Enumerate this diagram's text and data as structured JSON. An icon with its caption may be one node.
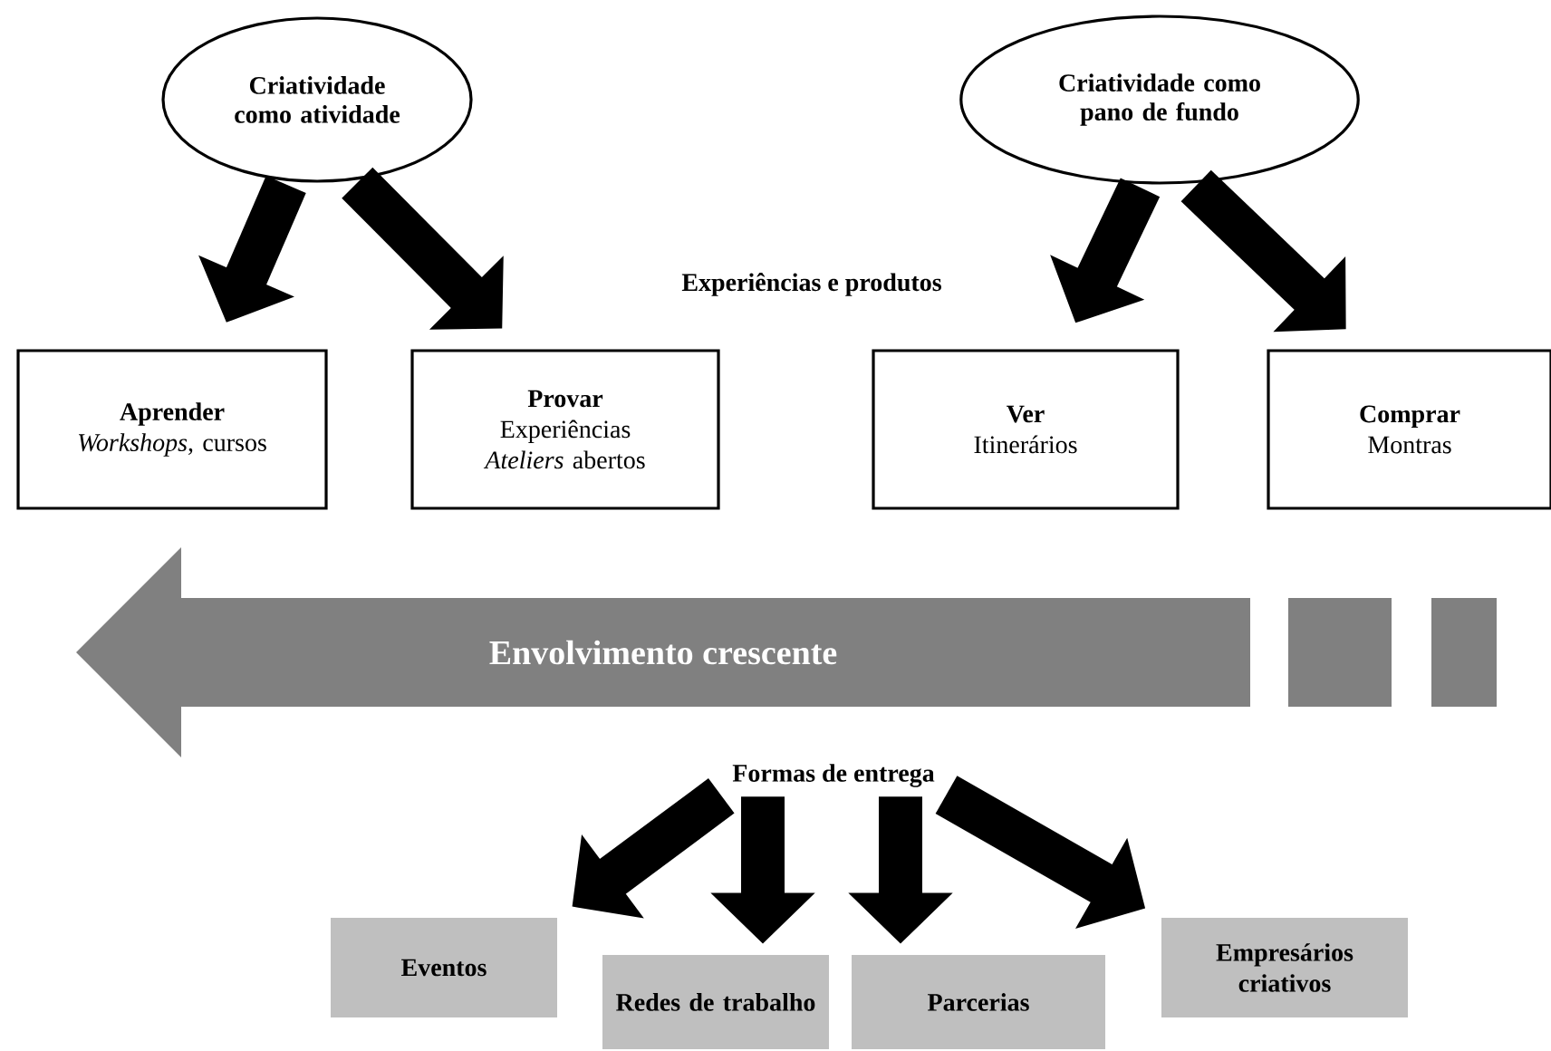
{
  "diagram": {
    "nodes": [
      {
        "text": [
          "Criatividade como atividade"
        ]
      },
      {
        "text": [
          "Criatividade como pano de fundo"
        ]
      },
      {
        "text": [
          "Aprender",
          "*Workshops*, cursos"
        ]
      },
      {
        "text": [
          "Provar",
          "Experiências *Ateliers* abertos"
        ]
      },
      {
        "text": [
          "Ver",
          "Itinerários"
        ]
      },
      {
        "text": [
          "Comprar",
          "Montras"
        ]
      },
      {
        "text": [
          "Envolvimento crescente"
        ]
      },
      {
        "text": [
          "Formas de entrega"
        ]
      },
      {
        "text": [
          "Eventos"
        ]
      },
      {
        "text": [
          "Redes de trabalho"
        ]
      },
      {
        "text": [
          "Parcerias"
        ]
      },
      {
        "text": [
          "Empresários criativos"
        ]
      }
    ],
    "edges": [
      {
        "from": 0,
        "to": 2,
        "arrow": "to"
      },
      {
        "from": 0,
        "to": 3,
        "arrow": "to"
      },
      {
        "from": 1,
        "to": 4,
        "arrow": "to"
      },
      {
        "from": 1,
        "to": 5,
        "arrow": "to"
      },
      {
        "from": 7,
        "to": 8,
        "arrow": "to"
      },
      {
        "from": 7,
        "to": 9,
        "arrow": "to"
      },
      {
        "from": 7,
        "to": 10,
        "arrow": "to"
      },
      {
        "from": 7,
        "to": 11,
        "arrow": "to"
      }
    ],
    "labels": [
      "Experiências e produtos"
    ]
  }
}
